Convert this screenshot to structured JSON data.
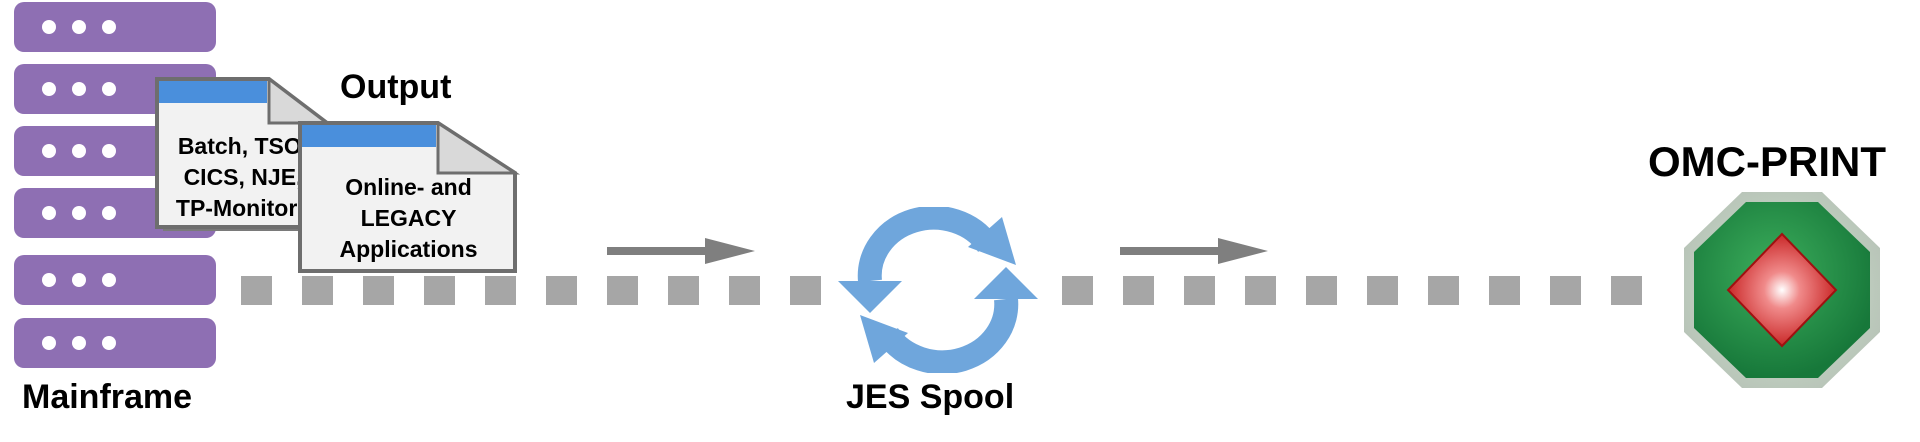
{
  "labels": {
    "mainframe": "Mainframe",
    "output": "Output",
    "jes_spool": "JES Spool",
    "omc_print": "OMC-PRINT"
  },
  "documents": [
    {
      "lines": [
        "Batch, TSO,",
        "CICS, NJE,",
        "TP-Monitors"
      ]
    },
    {
      "lines": [
        "Online- and",
        "LEGACY",
        "Applications"
      ]
    }
  ],
  "mainframe_units": 6,
  "colors": {
    "server": "#8e6fb3",
    "doc_header": "#4a8fdc",
    "doc_border": "#6e6e6e",
    "dash": "#a6a6a6",
    "arrow": "#7f7f7f",
    "spool": "#6fa6dc",
    "omc_outer": "#1e8a3f",
    "omc_inner": "#d92020"
  },
  "icons": {
    "mainframe": "server-rack-icon",
    "document": "document-icon",
    "spool": "sync-cycle-icon",
    "omc": "omc-print-logo"
  }
}
